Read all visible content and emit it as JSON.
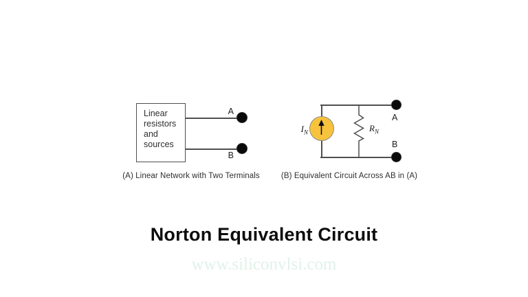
{
  "title": "Norton Equivalent Circuit",
  "watermark": "www.siliconvlsi.com",
  "diagram_a": {
    "box_text": "Linear\nresistors\nand\nsources",
    "terminal_a_label": "A",
    "terminal_b_label": "B",
    "caption": "(A) Linear Network with Two Terminals"
  },
  "diagram_b": {
    "current_source_letter": "I",
    "current_source_subscript": "N",
    "resistor_letter": "R",
    "resistor_subscript": "N",
    "terminal_a_label": "A",
    "terminal_b_label": "B",
    "caption": "(B) Equivalent Circuit Across AB in (A)"
  },
  "colors": {
    "current_source_fill": "#F7C33D",
    "current_source_outline": "#8a8a8a",
    "wire": "#4f4f4f",
    "terminal_fill": "#0a0a0a",
    "title_text": "#0d0d0d",
    "watermark_text": "#e0f2e9"
  }
}
